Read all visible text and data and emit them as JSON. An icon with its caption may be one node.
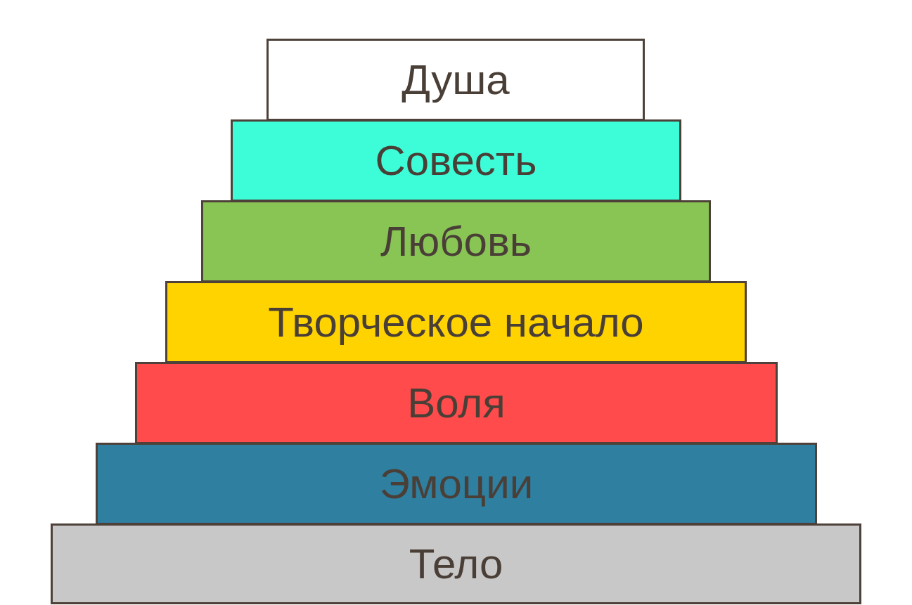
{
  "diagram": {
    "nodes": [
      {
        "text": [
          "Душа"
        ]
      },
      {
        "text": [
          "Совесть"
        ]
      },
      {
        "text": [
          "Любовь"
        ]
      },
      {
        "text": [
          "Творческое начало"
        ]
      },
      {
        "text": [
          "Воля"
        ]
      },
      {
        "text": [
          "Эмоции"
        ]
      },
      {
        "text": [
          "Тело"
        ]
      }
    ]
  }
}
